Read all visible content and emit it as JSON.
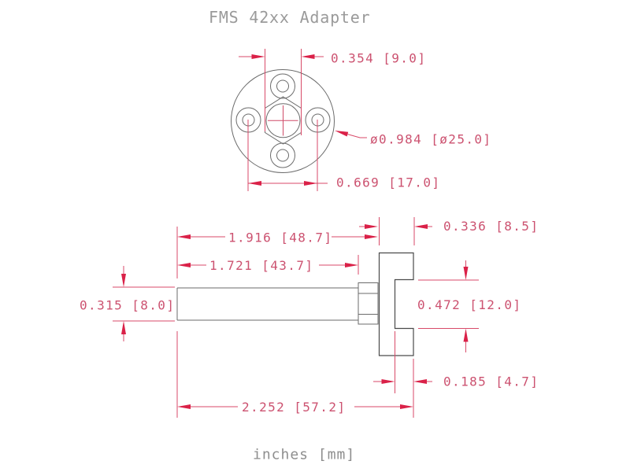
{
  "title": "FMS 42xx Adapter",
  "footer": "inches [mm]",
  "dims": {
    "hex_width": "0.354 [9.0]",
    "outer_diameter": "ø0.984 [ø25.0]",
    "hole_spacing": "0.669 [17.0]",
    "shaft_to_flange": "1.916 [48.7]",
    "shaft_length": "1.721 [43.7]",
    "flange_thickness": "0.336 [8.5]",
    "recess_height": "0.472 [12.0]",
    "recess_depth": "0.185 [4.7]",
    "overall_length": "2.252 [57.2]",
    "shaft_diameter": "0.315 [8.0]"
  },
  "colors": {
    "background": "#ffffff",
    "geometry_line": "#6b6b6b",
    "geometry_dark_line": "#4a4a4a",
    "dimension_line": "#d84a68",
    "dimension_text": "#cc5270",
    "arrowhead": "#da2148",
    "annotation_text": "#9a9a9a"
  }
}
